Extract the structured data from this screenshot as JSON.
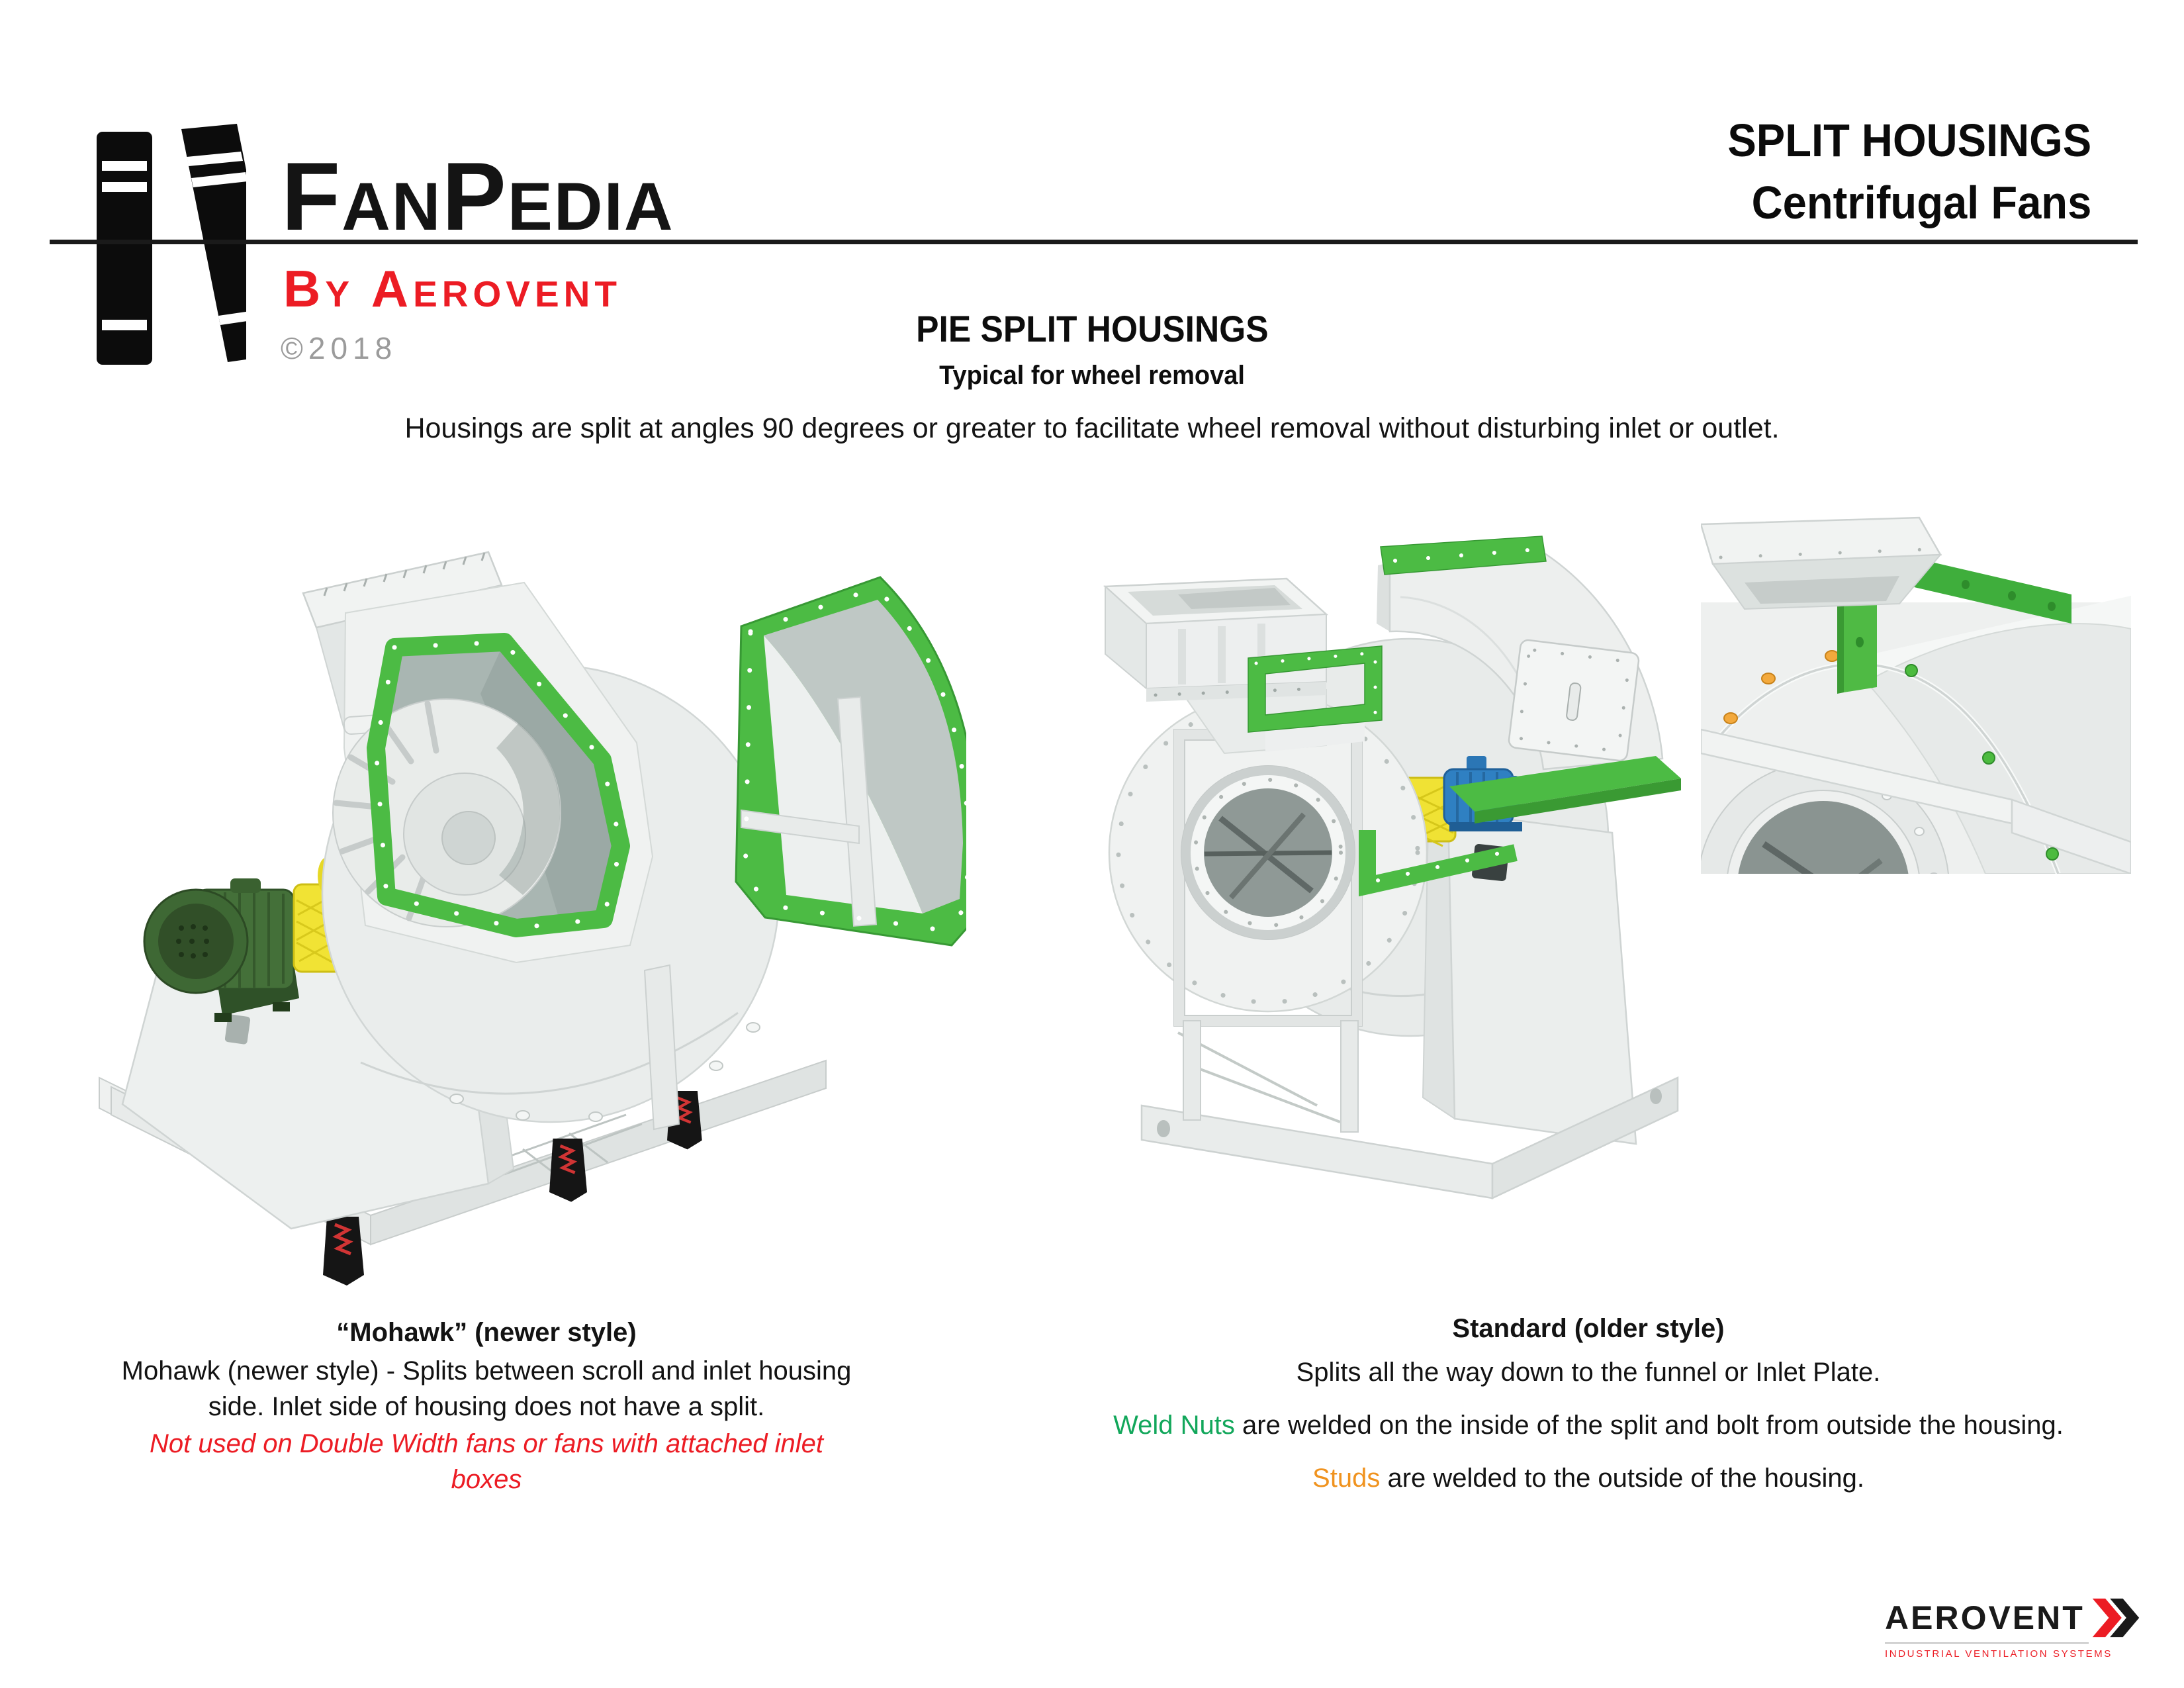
{
  "header": {
    "brand": "FanPedia",
    "byline": "By Aerovent",
    "copyright": "©2018",
    "doc_title_line1": "SPLIT HOUSINGS",
    "doc_title_line2": "Centrifugal Fans"
  },
  "intro": {
    "heading": "PIE SPLIT HOUSINGS",
    "subheading": "Typical for wheel removal",
    "body": "Housings are split at angles 90 degrees or greater to facilitate wheel removal without disturbing inlet or outlet."
  },
  "figures": {
    "mohawk": {
      "illustration": "mohawk-fan-illustration",
      "caption_title": "“Mohawk” (newer style)",
      "caption_body": "Mohawk (newer style) - Splits between scroll and inlet housing side. Inlet side of housing does not have a split.",
      "caption_note": "Not used on Double Width fans or fans with attached inlet boxes"
    },
    "standard": {
      "illustration": "standard-fan-illustration",
      "detail_illustration": "split-detail-illustration",
      "caption_title": "Standard (older style)",
      "caption_line1": "Splits all the way down to the funnel or Inlet Plate.",
      "weld_nuts_label": "Weld Nuts",
      "weld_nuts_text": " are welded on the inside of the split and bolt from outside the housing.",
      "studs_label": "Studs",
      "studs_text": " are welded to the outside of the housing."
    }
  },
  "footer": {
    "brand": "AEROVENT",
    "tagline": "Industrial Ventilation Systems"
  },
  "palette": {
    "accent_red": "#EC1C24",
    "copyright_gray": "#9B9B9B",
    "split_flange_green": "#4CBB44",
    "weld_nut_green": "#12A75B",
    "stud_orange": "#F0931F",
    "motor_green": "#447039",
    "guard_yellow": "#F1E334",
    "motor_blue": "#2F80C2",
    "housing_light": "#EFF1F0",
    "housing_mid": "#DDE1E0",
    "housing_dark": "#A9B6B2",
    "isolator_black": "#151515"
  }
}
